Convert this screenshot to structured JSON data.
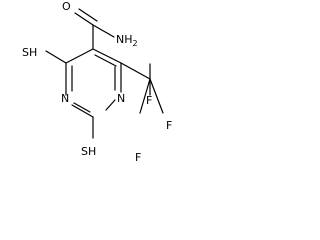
{
  "molecule": {
    "atoms": {
      "n_ring_upper": "N",
      "n_ring_lower": "N",
      "sh_top": "SH",
      "sh_bottom": "SH",
      "o_carbonyl": "O",
      "nh2": "NH",
      "nh2_subscript": "2",
      "f_top": "F",
      "f_right": "F",
      "f_bottom": "F"
    }
  },
  "colors": {
    "bond": "#000000",
    "text": "#000000",
    "background": "#ffffff"
  }
}
